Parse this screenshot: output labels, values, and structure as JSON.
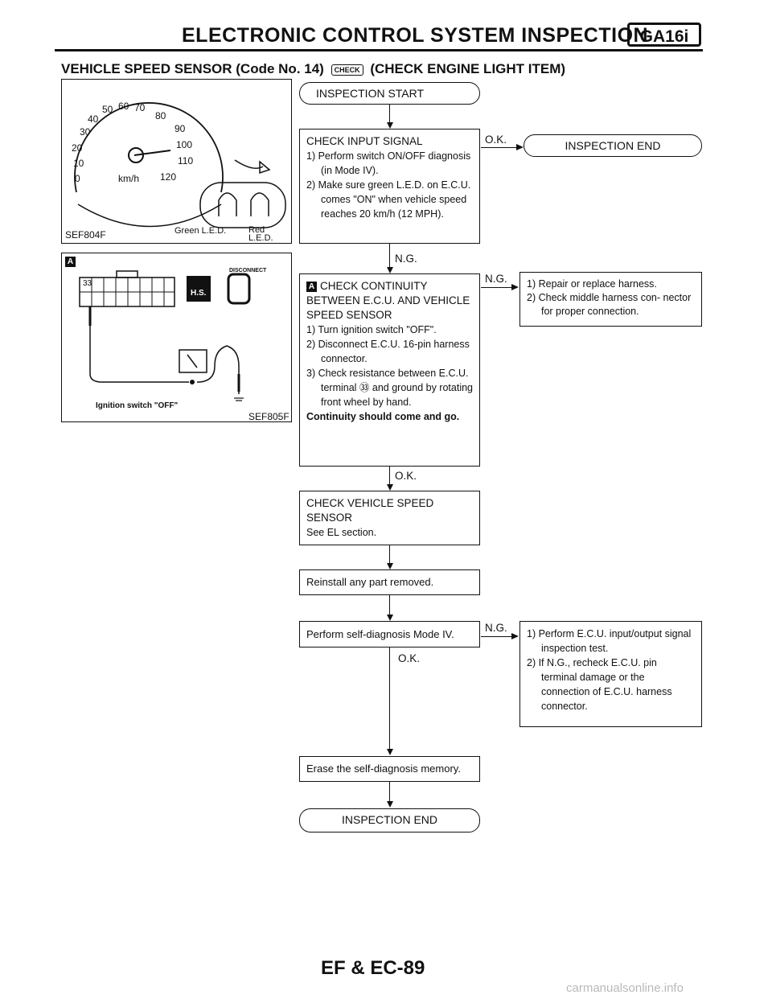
{
  "header": {
    "title": "ELECTRONIC CONTROL SYSTEM INSPECTION",
    "code": "GA16i"
  },
  "section": {
    "title_left": "VEHICLE SPEED SENSOR (Code No. 14)",
    "check_icon": "CHECK",
    "title_right": "(CHECK ENGINE LIGHT ITEM)"
  },
  "figure1": {
    "code": "SEF804F",
    "gauge_ticks": [
      "0",
      "10",
      "20",
      "30",
      "40",
      "50",
      "60",
      "70",
      "80",
      "90",
      "100",
      "110",
      "120"
    ],
    "unit": "km/h",
    "green_label": "Green L.E.D.",
    "red_label": "Red L.E.D."
  },
  "figure2": {
    "marker": "A",
    "connector_pin": "33",
    "disconnect": "DISCONNECT",
    "hs": "H.S.",
    "ignition": "Ignition switch \"OFF\"",
    "code": "SEF805F"
  },
  "flow": {
    "start": "INSPECTION START",
    "step1": {
      "title": "CHECK INPUT SIGNAL",
      "items": [
        "1) Perform switch ON/OFF diagnosis (in Mode IV).",
        "2) Make sure green L.E.D. on E.C.U. comes \"ON\" when vehicle speed reaches 20 km/h (12 MPH)."
      ]
    },
    "ok1": "O.K.",
    "end_right": "INSPECTION END",
    "ng1": "N.G.",
    "step2": {
      "marker": "A",
      "title": "CHECK CONTINUITY BETWEEN E.C.U. AND VEHICLE SPEED SENSOR",
      "items": [
        "1) Turn ignition switch \"OFF\".",
        "2) Disconnect E.C.U. 16-pin harness connector.",
        "3) Check resistance between E.C.U. terminal ㉝ and ground by rotating front wheel by hand."
      ],
      "note": "Continuity should come and go."
    },
    "ng2": "N.G.",
    "repair": [
      "1) Repair or replace harness.",
      "2) Check middle harness con- nector for proper connection."
    ],
    "ok2": "O.K.",
    "step3": [
      "CHECK VEHICLE SPEED SENSOR",
      "See EL section."
    ],
    "step4": "Reinstall any part removed.",
    "step5": "Perform self-diagnosis Mode IV.",
    "ng3": "N.G.",
    "ok3": "O.K.",
    "perform": [
      "1) Perform E.C.U. input/output signal inspection test.",
      "2) If N.G., recheck E.C.U. pin terminal damage or the connection of E.C.U. harness connector."
    ],
    "step6": "Erase the self-diagnosis memory.",
    "end_bottom": "INSPECTION END"
  },
  "footer": "EF & EC-89",
  "watermark": "carmanualsonline.info"
}
